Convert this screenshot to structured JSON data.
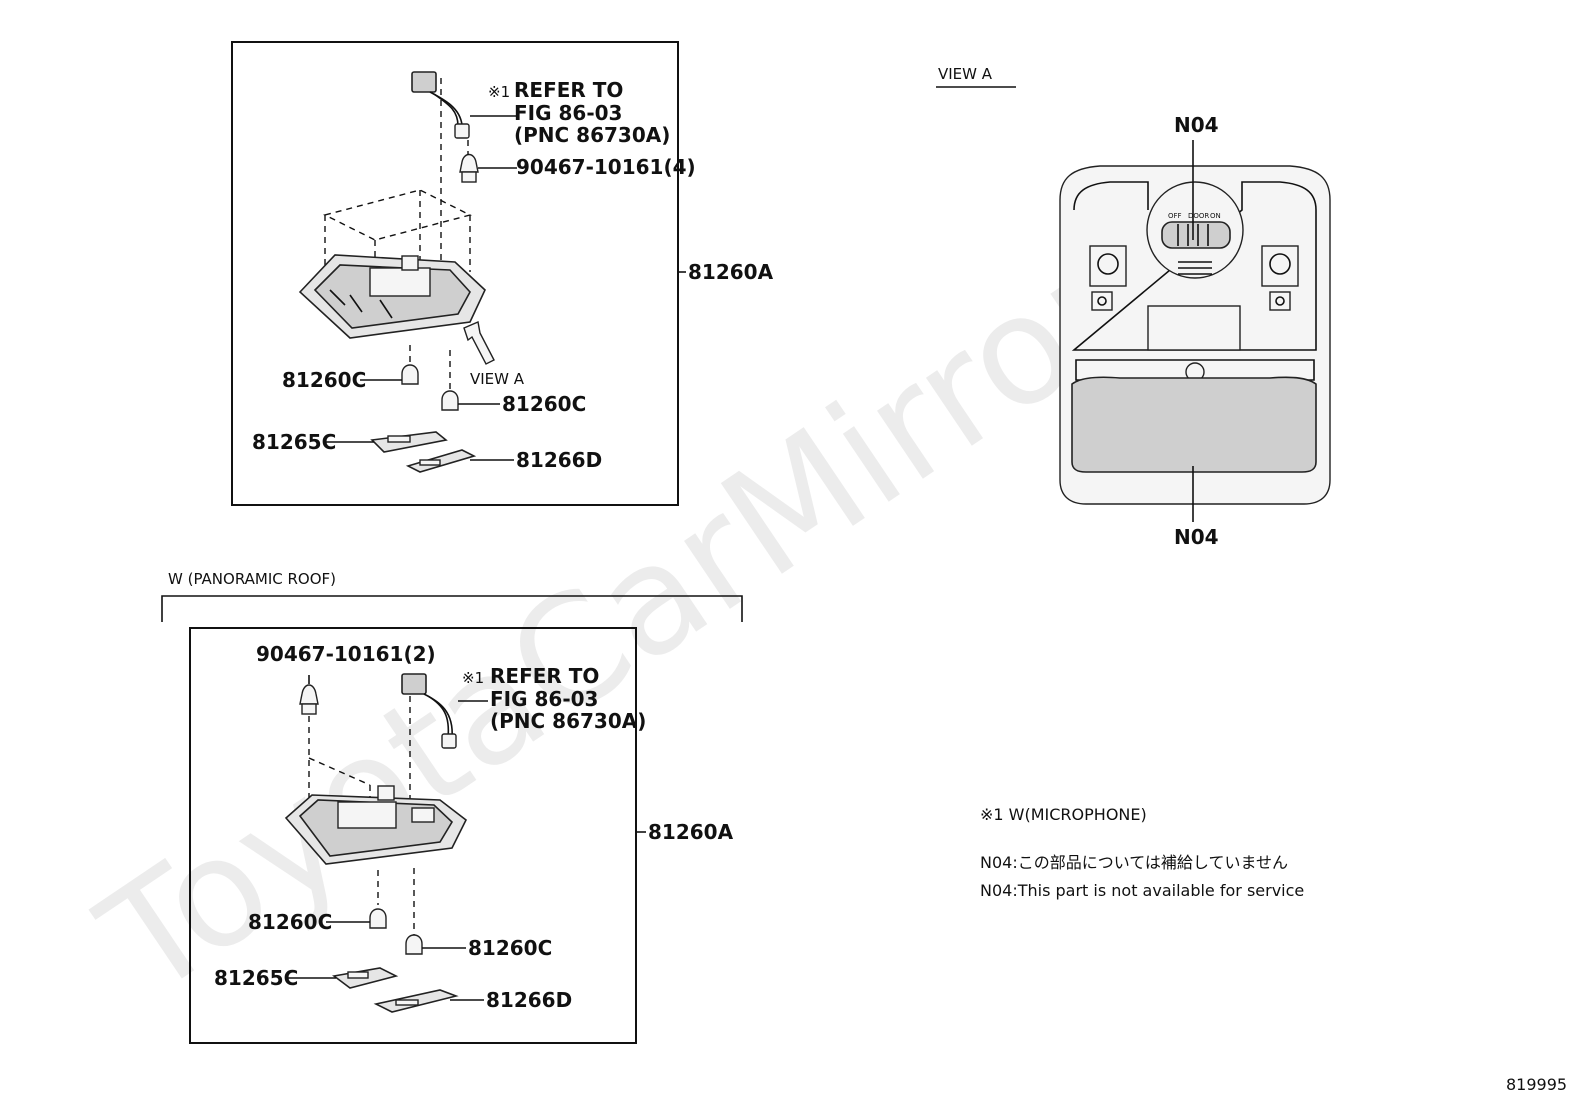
{
  "watermark": "ToyotaCarMirror.ru",
  "view_a_title": "VIEW A",
  "upper": {
    "refer_mark": "※1",
    "refer_lines": [
      "REFER TO",
      "FIG 86-03",
      "(PNC 86730A)"
    ],
    "bolt": "90467-10161(4)",
    "assembly": "81260A",
    "bulb_left": "81260C",
    "view_arrow": "VIEW A",
    "bulb_right": "81260C",
    "lens_left": "81265C",
    "lens_right": "81266D"
  },
  "lower_group_title": "W (PANORAMIC ROOF)",
  "lower": {
    "bolt": "90467-10161(2)",
    "refer_mark": "※1",
    "refer_lines": [
      "REFER TO",
      "FIG 86-03",
      "(PNC 86730A)"
    ],
    "assembly": "81260A",
    "bulb_left": "81260C",
    "bulb_right": "81260C",
    "lens_left": "81265C",
    "lens_right": "81266D"
  },
  "view_a": {
    "top_label": "N04",
    "bottom_label": "N04",
    "switch_marks": [
      "OFF",
      "DOOR",
      "ON"
    ]
  },
  "notes": {
    "footnote": "※1 W(MICROPHONE)",
    "n04_ja": "N04:この部品については補給していません",
    "n04_en": "N04:This part is not available for service"
  },
  "figure_id": "819995"
}
